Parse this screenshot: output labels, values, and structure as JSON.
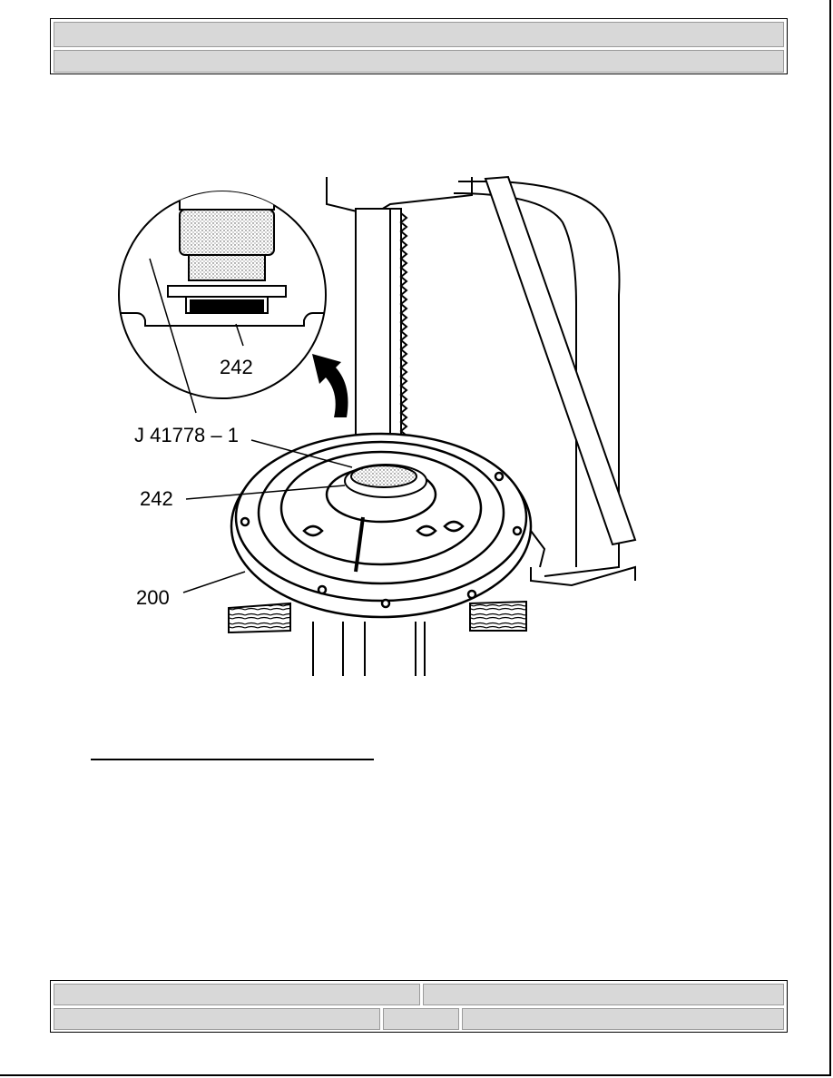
{
  "header": {
    "title": "",
    "subtitle": ""
  },
  "figure": {
    "callouts": {
      "inset_part": "242",
      "tool": "J 41778 – 1",
      "part": "242",
      "housing": "200"
    }
  },
  "footer": {
    "left_top": "",
    "right_top": "",
    "left_bottom": "",
    "middle_bottom": "",
    "right_bottom": ""
  }
}
